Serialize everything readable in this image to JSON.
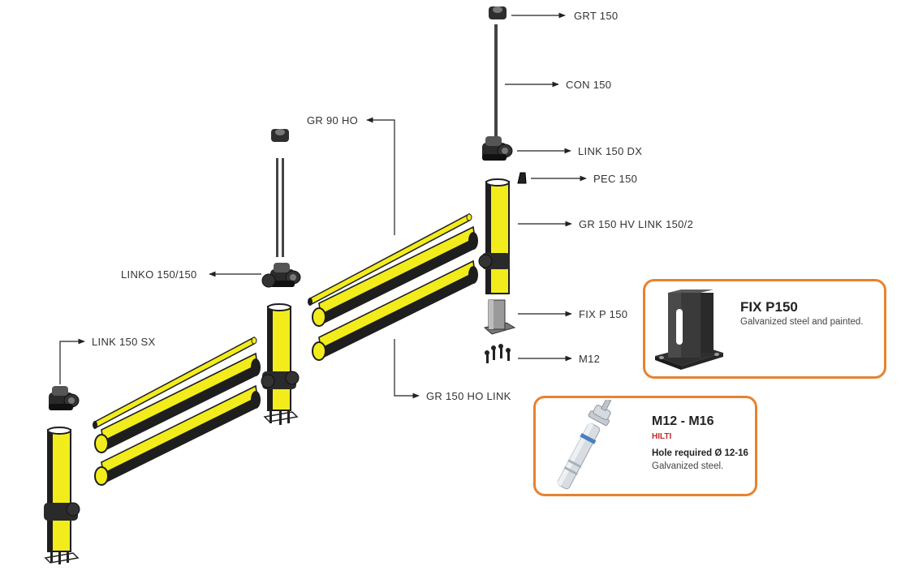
{
  "labels": {
    "grt150": "GRT 150",
    "con150": "CON 150",
    "gr90ho": "GR 90 HO",
    "link150dx": "LINK 150 DX",
    "pec150": "PEC 150",
    "gr150hvlink": "GR 150 HV LINK 150/2",
    "linko150": "LINKO 150/150",
    "fixp150": "FIX P 150",
    "link150sx": "LINK 150 SX",
    "m12": "M12",
    "gr150holink": "GR 150 HO LINK"
  },
  "card_fix": {
    "title": "FIX P150",
    "description": "Galvanized steel and painted."
  },
  "card_anchor": {
    "title": "M12 - M16",
    "brand": "HILTI",
    "requirement": "Hole required Ø 12-16",
    "description": "Galvanized steel."
  },
  "colors": {
    "rail_yellow": "#f2ec1c",
    "rail_black": "#1e1e1e",
    "card_border": "#e8822e",
    "plate_dark": "#3a3a3a"
  }
}
